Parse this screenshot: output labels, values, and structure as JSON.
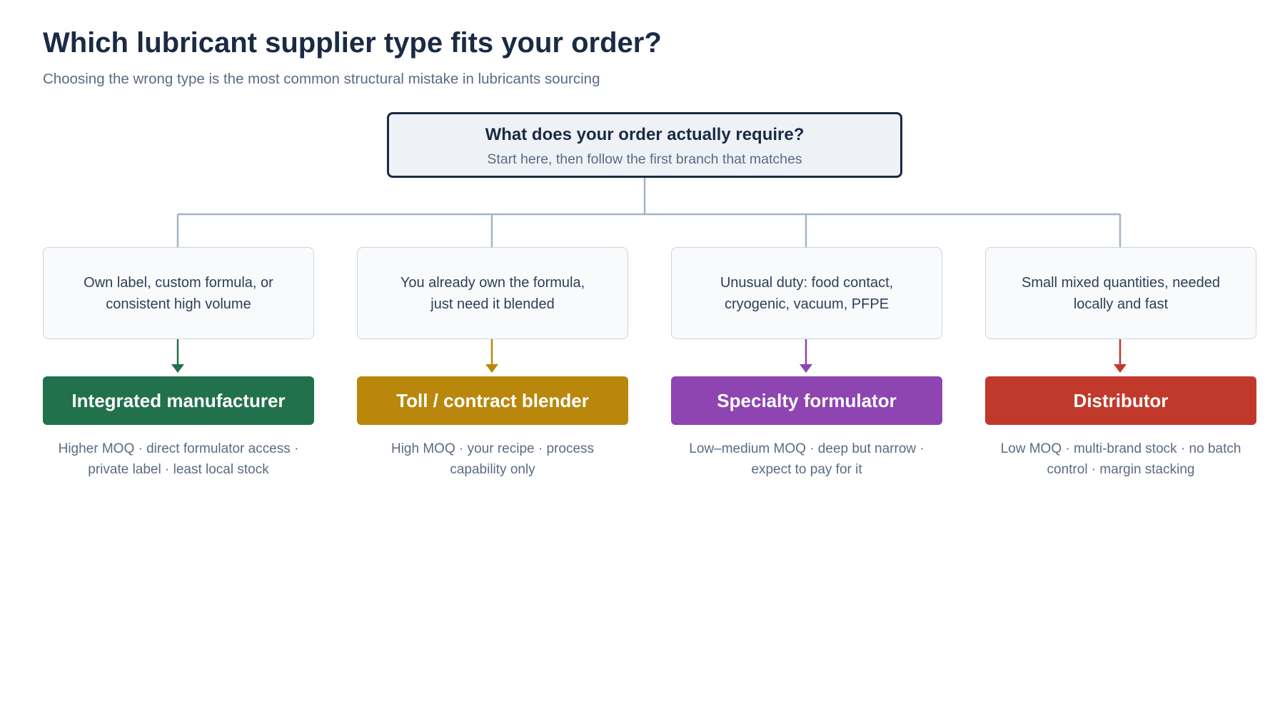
{
  "header": {
    "title": "Which lubricant supplier type fits your order?",
    "subtitle": "Choosing the wrong type is the most common structural mistake in lubricants sourcing"
  },
  "root": {
    "question": "What does your order actually require?",
    "hint": "Start here, then follow the first branch that matches"
  },
  "branches": [
    {
      "condition": "Own label, custom formula, or consistent high volume",
      "supplier_type": "Integrated manufacturer",
      "note": "Higher MOQ · direct formulator access · private label · least local stock",
      "color": "#21714c"
    },
    {
      "condition": "You already own the formula, just need it blended",
      "supplier_type": "Toll / contract blender",
      "note": "High MOQ · your recipe · process capability only",
      "color": "#b8870c"
    },
    {
      "condition": "Unusual duty: food contact, cryogenic, vacuum, PFPE",
      "supplier_type": "Specialty formulator",
      "note": "Low–medium MOQ · deep but narrow · expect to pay for it",
      "color": "#8e44b1"
    },
    {
      "condition": "Small mixed quantities, needed locally and fast",
      "supplier_type": "Distributor",
      "note": "Low MOQ · multi-brand stock · no batch control · margin stacking",
      "color": "#c0392b"
    }
  ],
  "colors": {
    "title": "#1b2a44",
    "muted": "#5b6b82",
    "connector": "#a4b4c6"
  }
}
